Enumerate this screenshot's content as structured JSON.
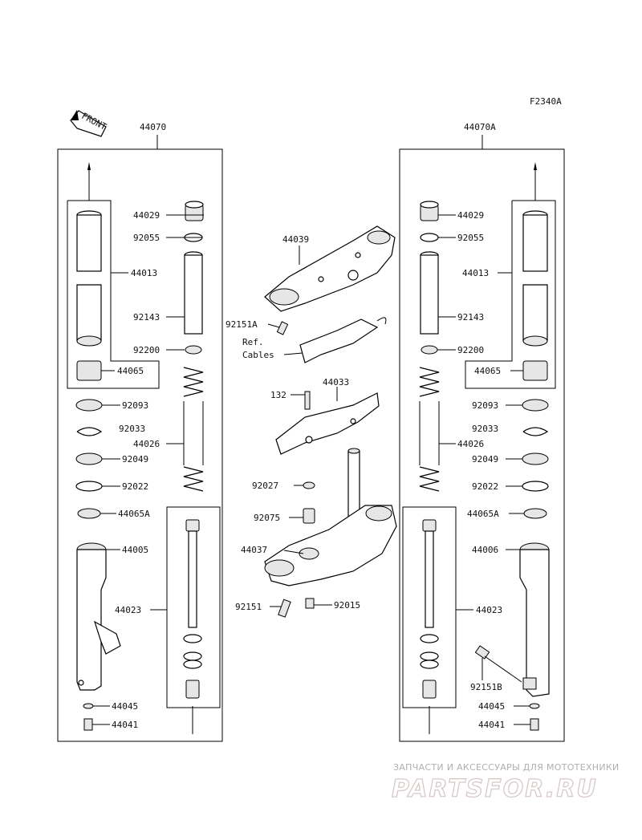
{
  "diagram": {
    "figure_code": "F2340A",
    "front_label": "FRONT",
    "ref_note": [
      "Ref.",
      "Cables"
    ],
    "assemblies": {
      "left": "44070",
      "right": "44070A"
    },
    "left_parts": [
      "44029",
      "92055",
      "44013",
      "92143",
      "92200",
      "44065",
      "92093",
      "92033",
      "44026",
      "92049",
      "92022",
      "44065A",
      "44005",
      "44023",
      "44045",
      "44041"
    ],
    "right_parts": [
      "44029",
      "92055",
      "44013",
      "92143",
      "92200",
      "44065",
      "92093",
      "92033",
      "44026",
      "92049",
      "92022",
      "44065A",
      "44006",
      "44023",
      "92151B",
      "44045",
      "44041"
    ],
    "center_parts": [
      "44039",
      "92151A",
      "44033",
      "132",
      "92027",
      "92075",
      "44037",
      "92151",
      "92015"
    ]
  },
  "watermark": {
    "tagline": "ЗАПЧАСТИ И АКСЕССУАРЫ ДЛЯ МОТОТЕХНИКИ",
    "brand": "PARTSFOR.RU"
  }
}
